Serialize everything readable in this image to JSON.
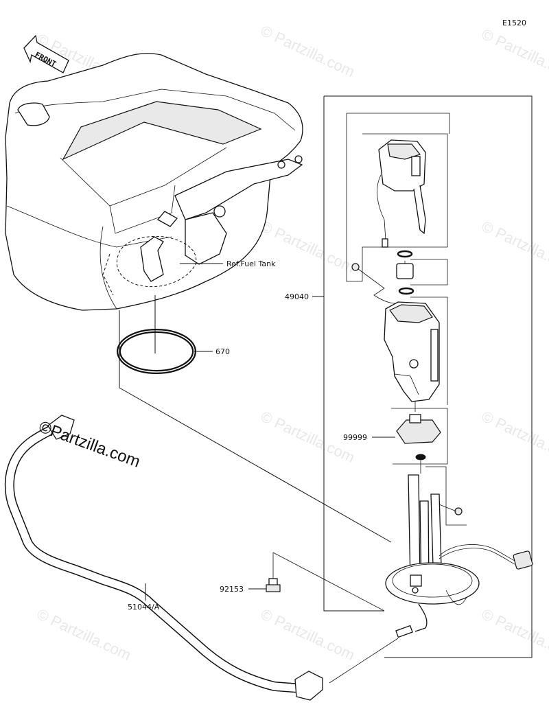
{
  "diagram_code": "E1520",
  "front_label": "FRONT",
  "parts": {
    "fuel_tank_ref": "Ref.Fuel Tank",
    "gasket": "670",
    "fuel_pump_assy": "49040",
    "bracket": "99999",
    "bolt": "92153",
    "fuel_hose": "51044/A"
  },
  "watermark": "© Partzilla.com",
  "watermark_big": "©Partzilla.com"
}
